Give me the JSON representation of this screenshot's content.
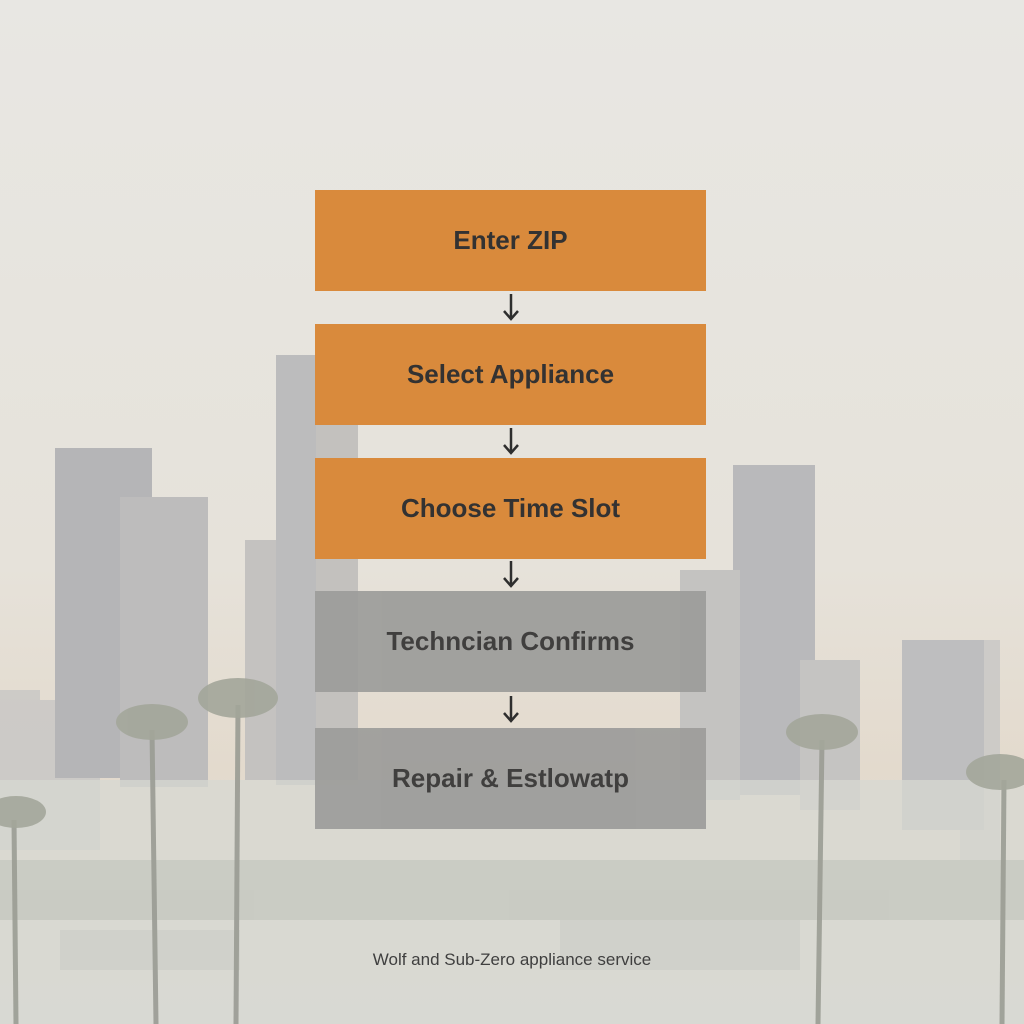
{
  "flow": {
    "steps": [
      {
        "label": "Enter ZIP",
        "state": "active"
      },
      {
        "label": "Select Appliance",
        "state": "active"
      },
      {
        "label": "Choose Time Slot",
        "state": "active"
      },
      {
        "label": "Techncian Confirms",
        "state": "pending"
      },
      {
        "label": "Repair & Estlowatp",
        "state": "pending"
      }
    ]
  },
  "caption": "Wolf and Sub-Zero appliance service",
  "colors": {
    "active_step": "#d98a3c",
    "pending_step": "#9c9c9a",
    "text": "#333232",
    "arrow": "#2e2e2e",
    "background_haze": "#e6e4de"
  },
  "background": {
    "scene": "hazy-city-skyline-with-palm-trees"
  }
}
